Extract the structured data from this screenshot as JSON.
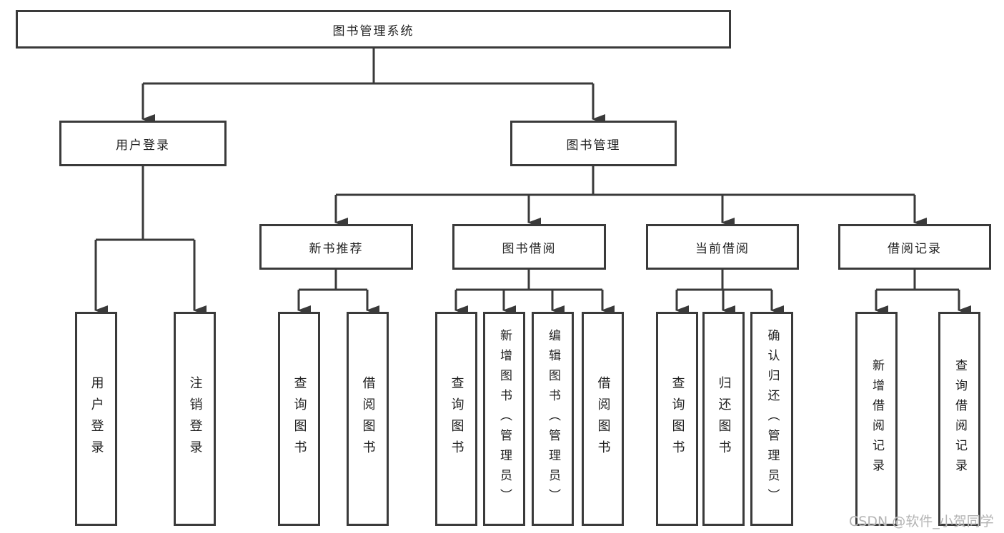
{
  "tree": {
    "label": "图书管理系统",
    "children": [
      {
        "label": "用户登录",
        "children": [
          {
            "label": "用户登录"
          },
          {
            "label": "注销登录"
          }
        ]
      },
      {
        "label": "图书管理",
        "children": [
          {
            "label": "新书推荐",
            "children": [
              {
                "label": "查询图书"
              },
              {
                "label": "借阅图书"
              }
            ]
          },
          {
            "label": "图书借阅",
            "children": [
              {
                "label": "查询图书"
              },
              {
                "label": "新增图书（管理员）"
              },
              {
                "label": "编辑图书（管理员）"
              },
              {
                "label": "借阅图书"
              }
            ]
          },
          {
            "label": "当前借阅",
            "children": [
              {
                "label": "查询图书"
              },
              {
                "label": "归还图书"
              },
              {
                "label": "确认归还（管理员）"
              }
            ]
          },
          {
            "label": "借阅记录",
            "children": [
              {
                "label": "新增借阅记录"
              },
              {
                "label": "查询借阅记录"
              }
            ]
          }
        ]
      }
    ]
  },
  "watermark": {
    "text": "CSDN @软件_小贺同学"
  },
  "colors": {
    "line": "#3a3a3a",
    "text": "#222222",
    "background": "#ffffff",
    "watermark": "#b4b4b4"
  }
}
